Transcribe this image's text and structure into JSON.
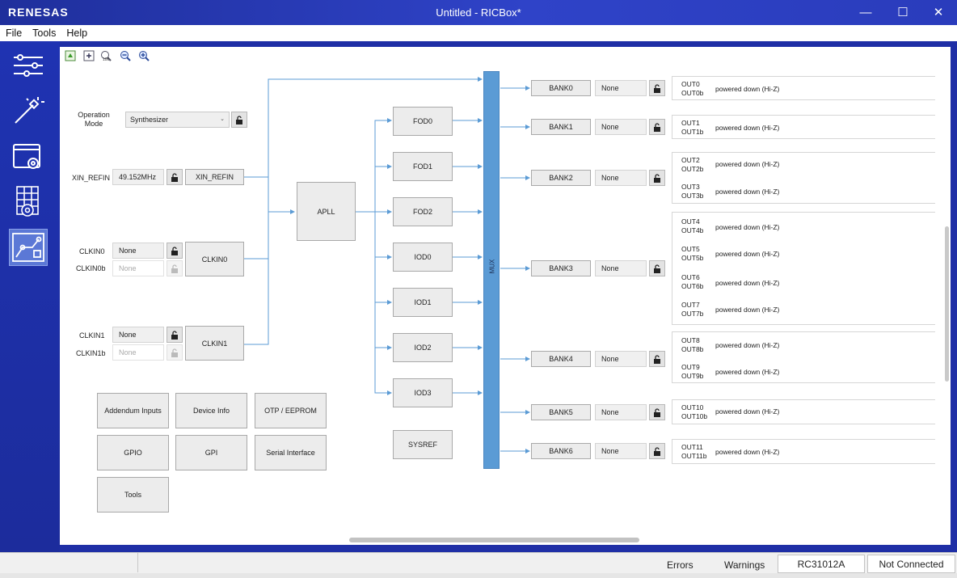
{
  "app": {
    "logo": "RENESAS",
    "title": "Untitled - RICBox*"
  },
  "window_controls": {
    "minimize": "—",
    "maximize": "☐",
    "close": "✕"
  },
  "menu": [
    "File",
    "Tools",
    "Help"
  ],
  "sidebar": [
    "parameters-icon",
    "wizard-icon",
    "device-settings-icon",
    "register-settings-icon",
    "block-diagram-icon"
  ],
  "toolbar": [
    "export-icon",
    "fit-icon",
    "zoom-100-icon",
    "zoom-out-icon",
    "zoom-in-icon"
  ],
  "diagram": {
    "operation_mode_label": "Operation\nMode",
    "operation_mode_value": "Synthesizer",
    "xin_label": "XIN_REFIN",
    "xin_value": "49.152MHz",
    "xin_block": "XIN_REFIN",
    "clkin0_label": "CLKIN0",
    "clkin0_value": "None",
    "clkin0b_label": "CLKIN0b",
    "clkin0b_value": "None",
    "clkin0_block": "CLKIN0",
    "clkin1_label": "CLKIN1",
    "clkin1_value": "None",
    "clkin1b_label": "CLKIN1b",
    "clkin1b_value": "None",
    "clkin1_block": "CLKIN1",
    "apll": "APLL",
    "dividers": [
      "FOD0",
      "FOD1",
      "FOD2",
      "IOD0",
      "IOD1",
      "IOD2",
      "IOD3"
    ],
    "sysref": "SYSREF",
    "mux": "MUX",
    "buttons": [
      "Addendum Inputs",
      "Device Info",
      "OTP / EEPROM",
      "GPIO",
      "GPI",
      "Serial Interface",
      "Tools"
    ],
    "banks": [
      {
        "name": "BANK0",
        "value": "None"
      },
      {
        "name": "BANK1",
        "value": "None"
      },
      {
        "name": "BANK2",
        "value": "None"
      },
      {
        "name": "BANK3",
        "value": "None"
      },
      {
        "name": "BANK4",
        "value": "None"
      },
      {
        "name": "BANK5",
        "value": "None"
      },
      {
        "name": "BANK6",
        "value": "None"
      }
    ],
    "outputs": [
      {
        "name": "OUT0",
        "nameb": "OUT0b",
        "status": "powered down (Hi-Z)"
      },
      {
        "name": "OUT1",
        "nameb": "OUT1b",
        "status": "powered down (Hi-Z)"
      },
      {
        "name": "OUT2",
        "nameb": "OUT2b",
        "status": "powered down (Hi-Z)"
      },
      {
        "name": "OUT3",
        "nameb": "OUT3b",
        "status": "powered down (Hi-Z)"
      },
      {
        "name": "OUT4",
        "nameb": "OUT4b",
        "status": "powered down (Hi-Z)"
      },
      {
        "name": "OUT5",
        "nameb": "OUT5b",
        "status": "powered down (Hi-Z)"
      },
      {
        "name": "OUT6",
        "nameb": "OUT6b",
        "status": "powered down (Hi-Z)"
      },
      {
        "name": "OUT7",
        "nameb": "OUT7b",
        "status": "powered down (Hi-Z)"
      },
      {
        "name": "OUT8",
        "nameb": "OUT8b",
        "status": "powered down (Hi-Z)"
      },
      {
        "name": "OUT9",
        "nameb": "OUT9b",
        "status": "powered down (Hi-Z)"
      },
      {
        "name": "OUT10",
        "nameb": "OUT10b",
        "status": "powered down (Hi-Z)"
      },
      {
        "name": "OUT11",
        "nameb": "OUT11b",
        "status": "powered down (Hi-Z)"
      }
    ]
  },
  "statusbar": {
    "errors": "Errors",
    "warnings": "Warnings",
    "device": "RC31012A",
    "connection": "Not Connected"
  },
  "colors": {
    "brand": "#2a3cbc",
    "mux": "#5b9bd5",
    "wire": "#5b9bd5"
  }
}
